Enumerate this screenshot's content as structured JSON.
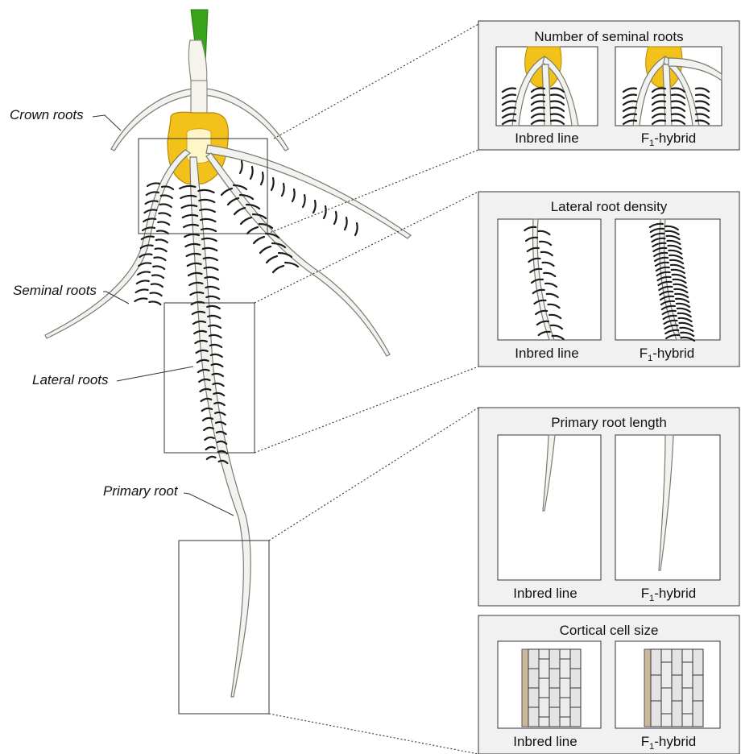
{
  "labels": {
    "crown_roots": "Crown roots",
    "seminal_roots": "Seminal roots",
    "lateral_roots": "Lateral roots",
    "primary_root": "Primary root"
  },
  "panels": [
    {
      "title": "Number of seminal roots",
      "left": "Inbred line",
      "right_prefix": "F",
      "right_sub": "1",
      "right_suffix": "-hybrid"
    },
    {
      "title": "Lateral root density",
      "left": "Inbred line",
      "right_prefix": "F",
      "right_sub": "1",
      "right_suffix": "-hybrid"
    },
    {
      "title": "Primary root length",
      "left": "Inbred line",
      "right_prefix": "F",
      "right_sub": "1",
      "right_suffix": "-hybrid"
    },
    {
      "title": "Cortical cell size",
      "left": "Inbred line",
      "right_prefix": "F",
      "right_sub": "1",
      "right_suffix": "-hybrid"
    }
  ],
  "colors": {
    "shoot": "#3aa31c",
    "seed": "#f2c21a",
    "seed_dark": "#d49a10",
    "root_fill": "#f2f2ee",
    "cell_fill": "#e4e4e4",
    "epidermis": "#c9b99a"
  }
}
